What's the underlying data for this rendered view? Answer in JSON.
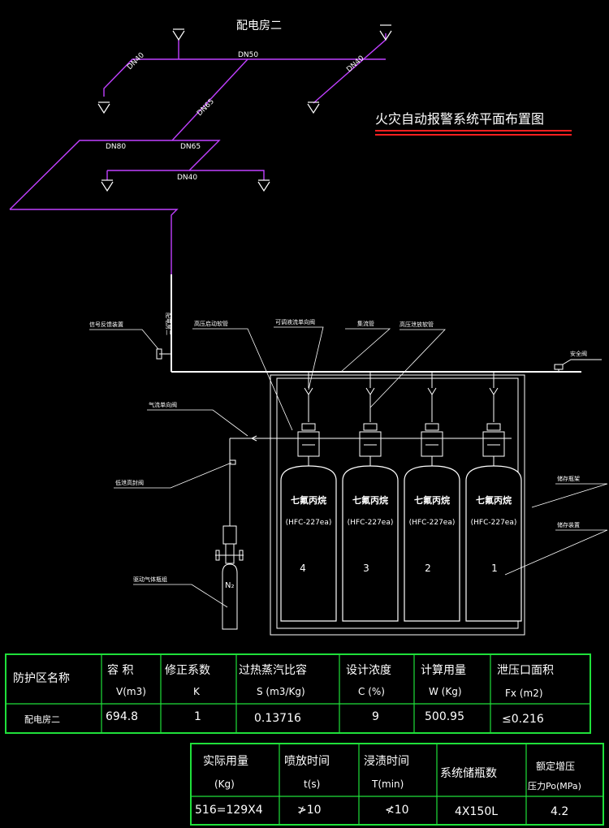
{
  "colors": {
    "pipe": "#c040ff",
    "line": "#ffffff",
    "title_underline": "#ff2020",
    "table_border": "#20e040"
  },
  "title": "火灾自动报警系统平面布置图",
  "room_label": "配电房二",
  "vertical_label": "配电房二",
  "pipe_labels": {
    "dn40_a": "DN40",
    "dn50": "DN50",
    "dn40_b": "DN40",
    "dn65_a": "DN65",
    "dn80": "DN80",
    "dn65_b": "DN65",
    "dn40_c": "DN40"
  },
  "callouts": {
    "signal_feedback": "信号反馈装置",
    "hp_start_hose": "高压启动软管",
    "check_valve": "可调液流单向阀",
    "manifold": "集流管",
    "hp_release_hose": "高压泄放软管",
    "safety_valve": "安全阀",
    "gas_check_valve": "气流单向阀",
    "low_leak_valve": "低泄高封阀",
    "storage_rack": "储存瓶架",
    "storage_device": "储存装置",
    "drive_gas_bottle": "驱动气体瓶组",
    "n2": "N₂"
  },
  "cylinders": [
    {
      "agent": "七氟丙烷",
      "code": "(HFC-227ea)",
      "number": "4"
    },
    {
      "agent": "七氟丙烷",
      "code": "(HFC-227ea)",
      "number": "3"
    },
    {
      "agent": "七氟丙烷",
      "code": "(HFC-227ea)",
      "number": "2"
    },
    {
      "agent": "七氟丙烷",
      "code": "(HFC-227ea)",
      "number": "1"
    }
  ],
  "table1": {
    "headers": [
      {
        "top": "防护区名称",
        "bottom": ""
      },
      {
        "top": "容  积",
        "bottom": "V(m3)"
      },
      {
        "top": "修正系数",
        "bottom": "K"
      },
      {
        "top": "过热蒸汽比容",
        "bottom": "S (m3/Kg)"
      },
      {
        "top": "设计浓度",
        "bottom": "C (%)"
      },
      {
        "top": "计算用量",
        "bottom": "W (Kg)"
      },
      {
        "top": "泄压口面积",
        "bottom": "Fx (m2)"
      }
    ],
    "row": [
      "配电房二",
      "694.8",
      "1",
      "0.13716",
      "9",
      "500.95",
      "≤0.216"
    ]
  },
  "table2": {
    "headers": [
      {
        "top": "实际用量",
        "bottom": "(Kg)"
      },
      {
        "top": "喷放时间",
        "bottom": "t(s)"
      },
      {
        "top": "浸渍时间",
        "bottom": "T(min)"
      },
      {
        "top": "系统储瓶数",
        "bottom": ""
      },
      {
        "top": "额定增压",
        "bottom": "压力Po(MPa)"
      }
    ],
    "row": [
      "516=129X4",
      "≯10",
      "≮10",
      "4X150L",
      "4.2"
    ]
  }
}
